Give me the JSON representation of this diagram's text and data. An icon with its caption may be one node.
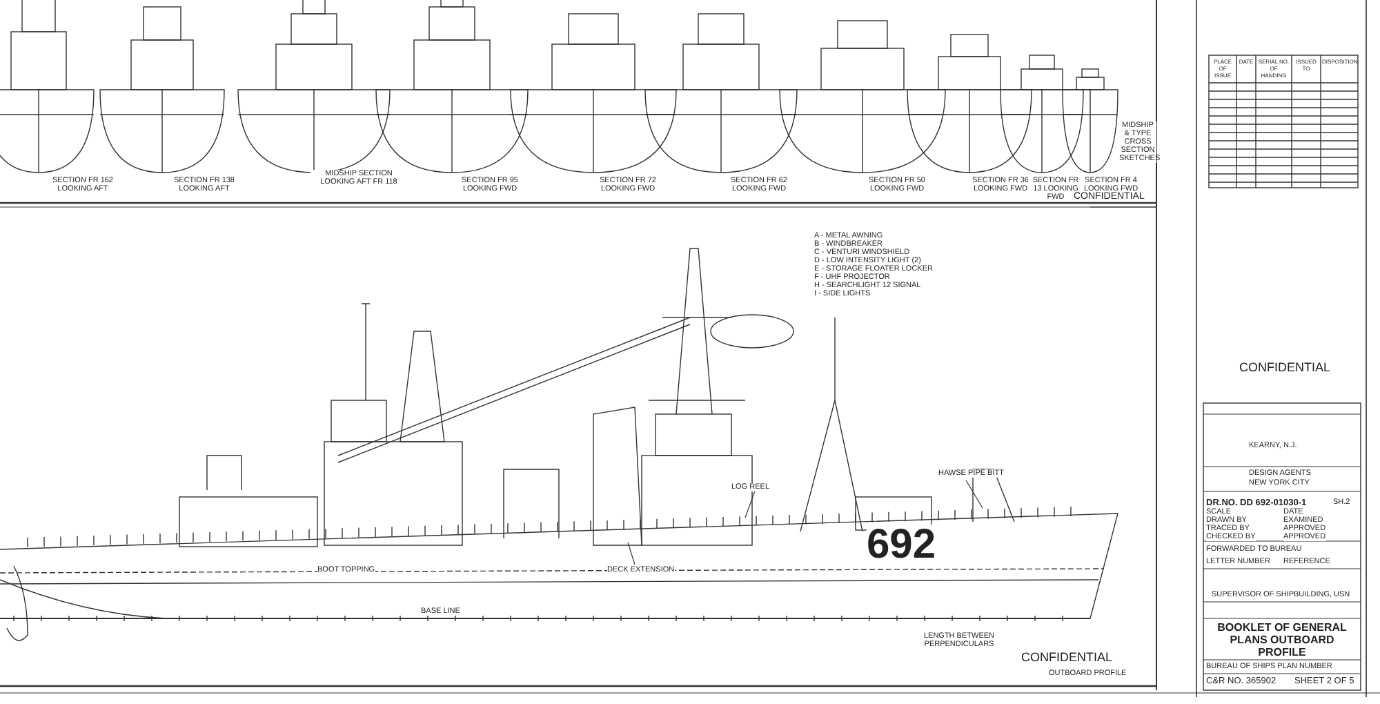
{
  "diagram": {
    "nodes": [
      {
        "text": [
          "LOG REEL"
        ]
      },
      {
        "text": [
          "HAWSE PIPE BITT"
        ]
      },
      {
        "text": [
          "DECK EXTENSION"
        ]
      }
    ],
    "edges": [
      {
        "from": 0,
        "to": null,
        "arrow": "none"
      },
      {
        "from": 1,
        "to": null,
        "arrow": "none"
      },
      {
        "from": 2,
        "to": null,
        "arrow": "none"
      }
    ],
    "labels": [
      "SECTION FR 162 LOOKING AFT",
      "SECTION FR 138 LOOKING AFT",
      "MIDSHIP SECTION LOOKING AFT FR 118",
      "SECTION FR 95 LOOKING FWD",
      "SECTION FR 72 LOOKING FWD",
      "SECTION FR 62 LOOKING FWD",
      "SECTION FR 50 LOOKING FWD",
      "SECTION FR 36 LOOKING FWD",
      "SECTION FR 13 LOOKING FWD",
      "SECTION FR 4 LOOKING FWD",
      "MIDSHIP & TYPE CROSS SECTION SKETCHES",
      "CONFIDENTIAL",
      "A - METAL AWNING",
      "B - WINDBREAKER",
      "C - VENTURI WINDSHIELD",
      "D - LOW INTENSITY LIGHT (2)",
      "E - STORAGE FLOATER LOCKER",
      "F - UHF PROJECTOR",
      "H - SEARCHLIGHT 12 SIGNAL",
      "I - SIDE LIGHTS",
      "692",
      "BOOT TOPPING",
      "BASE LINE",
      "LENGTH BETWEEN PERPENDICULARS",
      "CONFIDENTIAL",
      "OUTBOARD PROFILE",
      "PLACE OF ISSUE",
      "DATE",
      "SERIAL NO. OF HANDING",
      "ISSUED TO",
      "DISPOSITION",
      "CONFIDENTIAL",
      "KEARNY, N.J.",
      "DESIGN AGENTS",
      "NEW YORK CITY",
      "DR.NO. DD 692-01030-1",
      "SH.2",
      "SCALE",
      "DRAWN BY",
      "TRACED BY",
      "CHECKED BY",
      "DATE",
      "EXAMINED",
      "APPROVED",
      "APPROVED",
      "FORWARDED TO BUREAU",
      "LETTER NUMBER",
      "REFERENCE",
      "SUPERVISOR OF SHIPBUILDING, USN",
      "BOOKLET OF GENERAL PLANS OUTBOARD PROFILE",
      "BUREAU OF SHIPS PLAN NUMBER",
      "C&R NO. 365902",
      "SHEET 2 OF 5"
    ]
  }
}
